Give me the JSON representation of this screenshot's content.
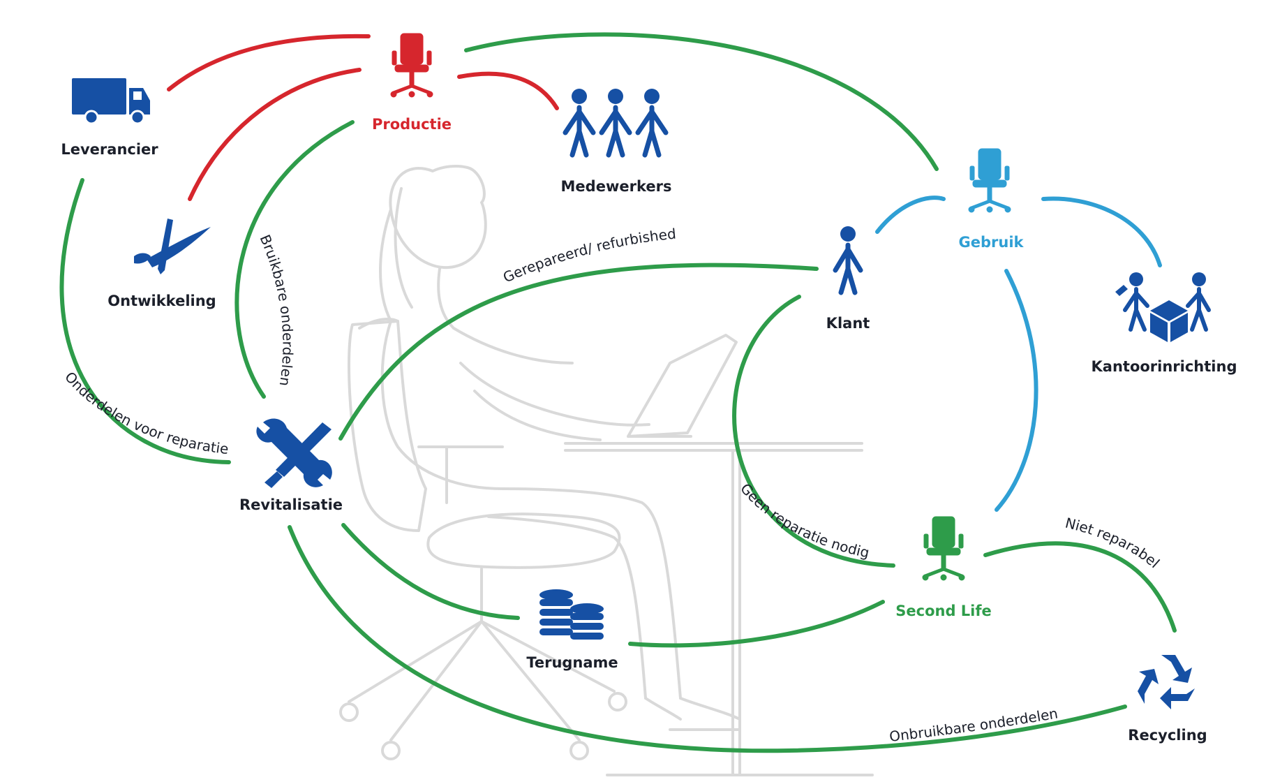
{
  "colors": {
    "red": "#d6262d",
    "green": "#2e9c4a",
    "light_blue": "#2f9fd4",
    "dark_blue": "#1650a4",
    "sketch": "#d9d9d9",
    "text": "#1b1f2a"
  },
  "nodes": {
    "leverancier": {
      "label": "Leverancier",
      "icon": "truck-icon"
    },
    "productie": {
      "label": "Productie",
      "icon": "office-chair-icon"
    },
    "medewerkers": {
      "label": "Medewerkers",
      "icon": "people-group-icon"
    },
    "ontwikkeling": {
      "label": "Ontwikkeling",
      "icon": "design-tools-icon"
    },
    "revitalisatie": {
      "label": "Revitalisatie",
      "icon": "wrench-screwdriver-icon"
    },
    "klant": {
      "label": "Klant",
      "icon": "person-icon"
    },
    "gebruik": {
      "label": "Gebruik",
      "icon": "office-chair-icon"
    },
    "kantoorinrichting": {
      "label": "Kantoorinrichting",
      "icon": "movers-box-icon"
    },
    "second_life": {
      "label": "Second Life",
      "icon": "office-chair-icon"
    },
    "terugname": {
      "label": "Terugname",
      "icon": "coin-stacks-icon"
    },
    "recycling": {
      "label": "Recycling",
      "icon": "recycle-icon"
    }
  },
  "flows": {
    "bruikbare_onderdelen": "Bruikbare onderdelen",
    "gerepareerd": "Gerepareerd/ refurbished",
    "onderdelen_reparatie": "Onderdelen voor reparatie",
    "geen_reparatie": "Geen reparatie nodig",
    "niet_reparabel": "Niet reparabel",
    "onbruikbare_onderdelen": "Onbruikbare onderdelen"
  }
}
